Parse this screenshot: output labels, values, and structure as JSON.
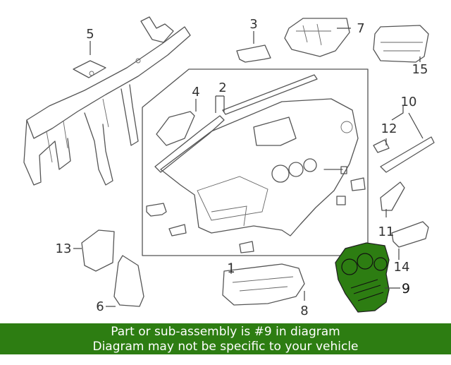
{
  "callouts": {
    "c1": "1",
    "c2": "2",
    "c3": "3",
    "c4": "4",
    "c5": "5",
    "c6": "6",
    "c7": "7",
    "c8": "8",
    "c9": "9",
    "c10": "10",
    "c11": "11",
    "c12": "12",
    "c13": "13",
    "c14": "14",
    "c15": "15"
  },
  "banner": {
    "line1": "Part or sub-assembly is #9 in diagram",
    "line2": "Diagram may not be specific to your vehicle"
  },
  "colors": {
    "highlight_fill": "#2d7d12",
    "banner_bg": "#2d7d12",
    "line": "#555555"
  }
}
